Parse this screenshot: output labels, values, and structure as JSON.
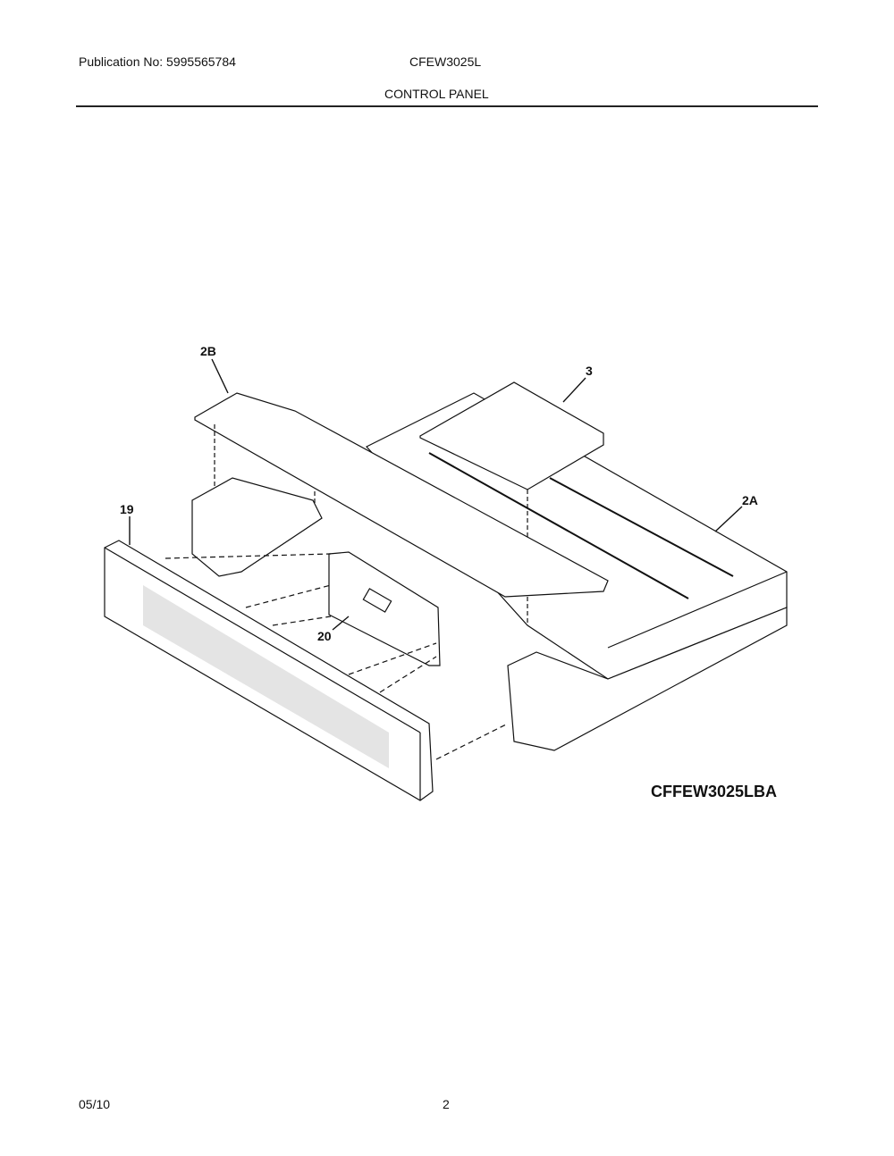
{
  "header": {
    "publication": "Publication No: 5995565784",
    "model": "CFEW3025L",
    "section_title": "CONTROL PANEL"
  },
  "diagram": {
    "callouts": [
      {
        "id": "2B",
        "label": "2B"
      },
      {
        "id": "3",
        "label": "3"
      },
      {
        "id": "19",
        "label": "19"
      },
      {
        "id": "2A",
        "label": "2A"
      },
      {
        "id": "20",
        "label": "20"
      }
    ],
    "model_code": "CFFEW3025LBA"
  },
  "footer": {
    "date": "05/10",
    "page": "2"
  }
}
